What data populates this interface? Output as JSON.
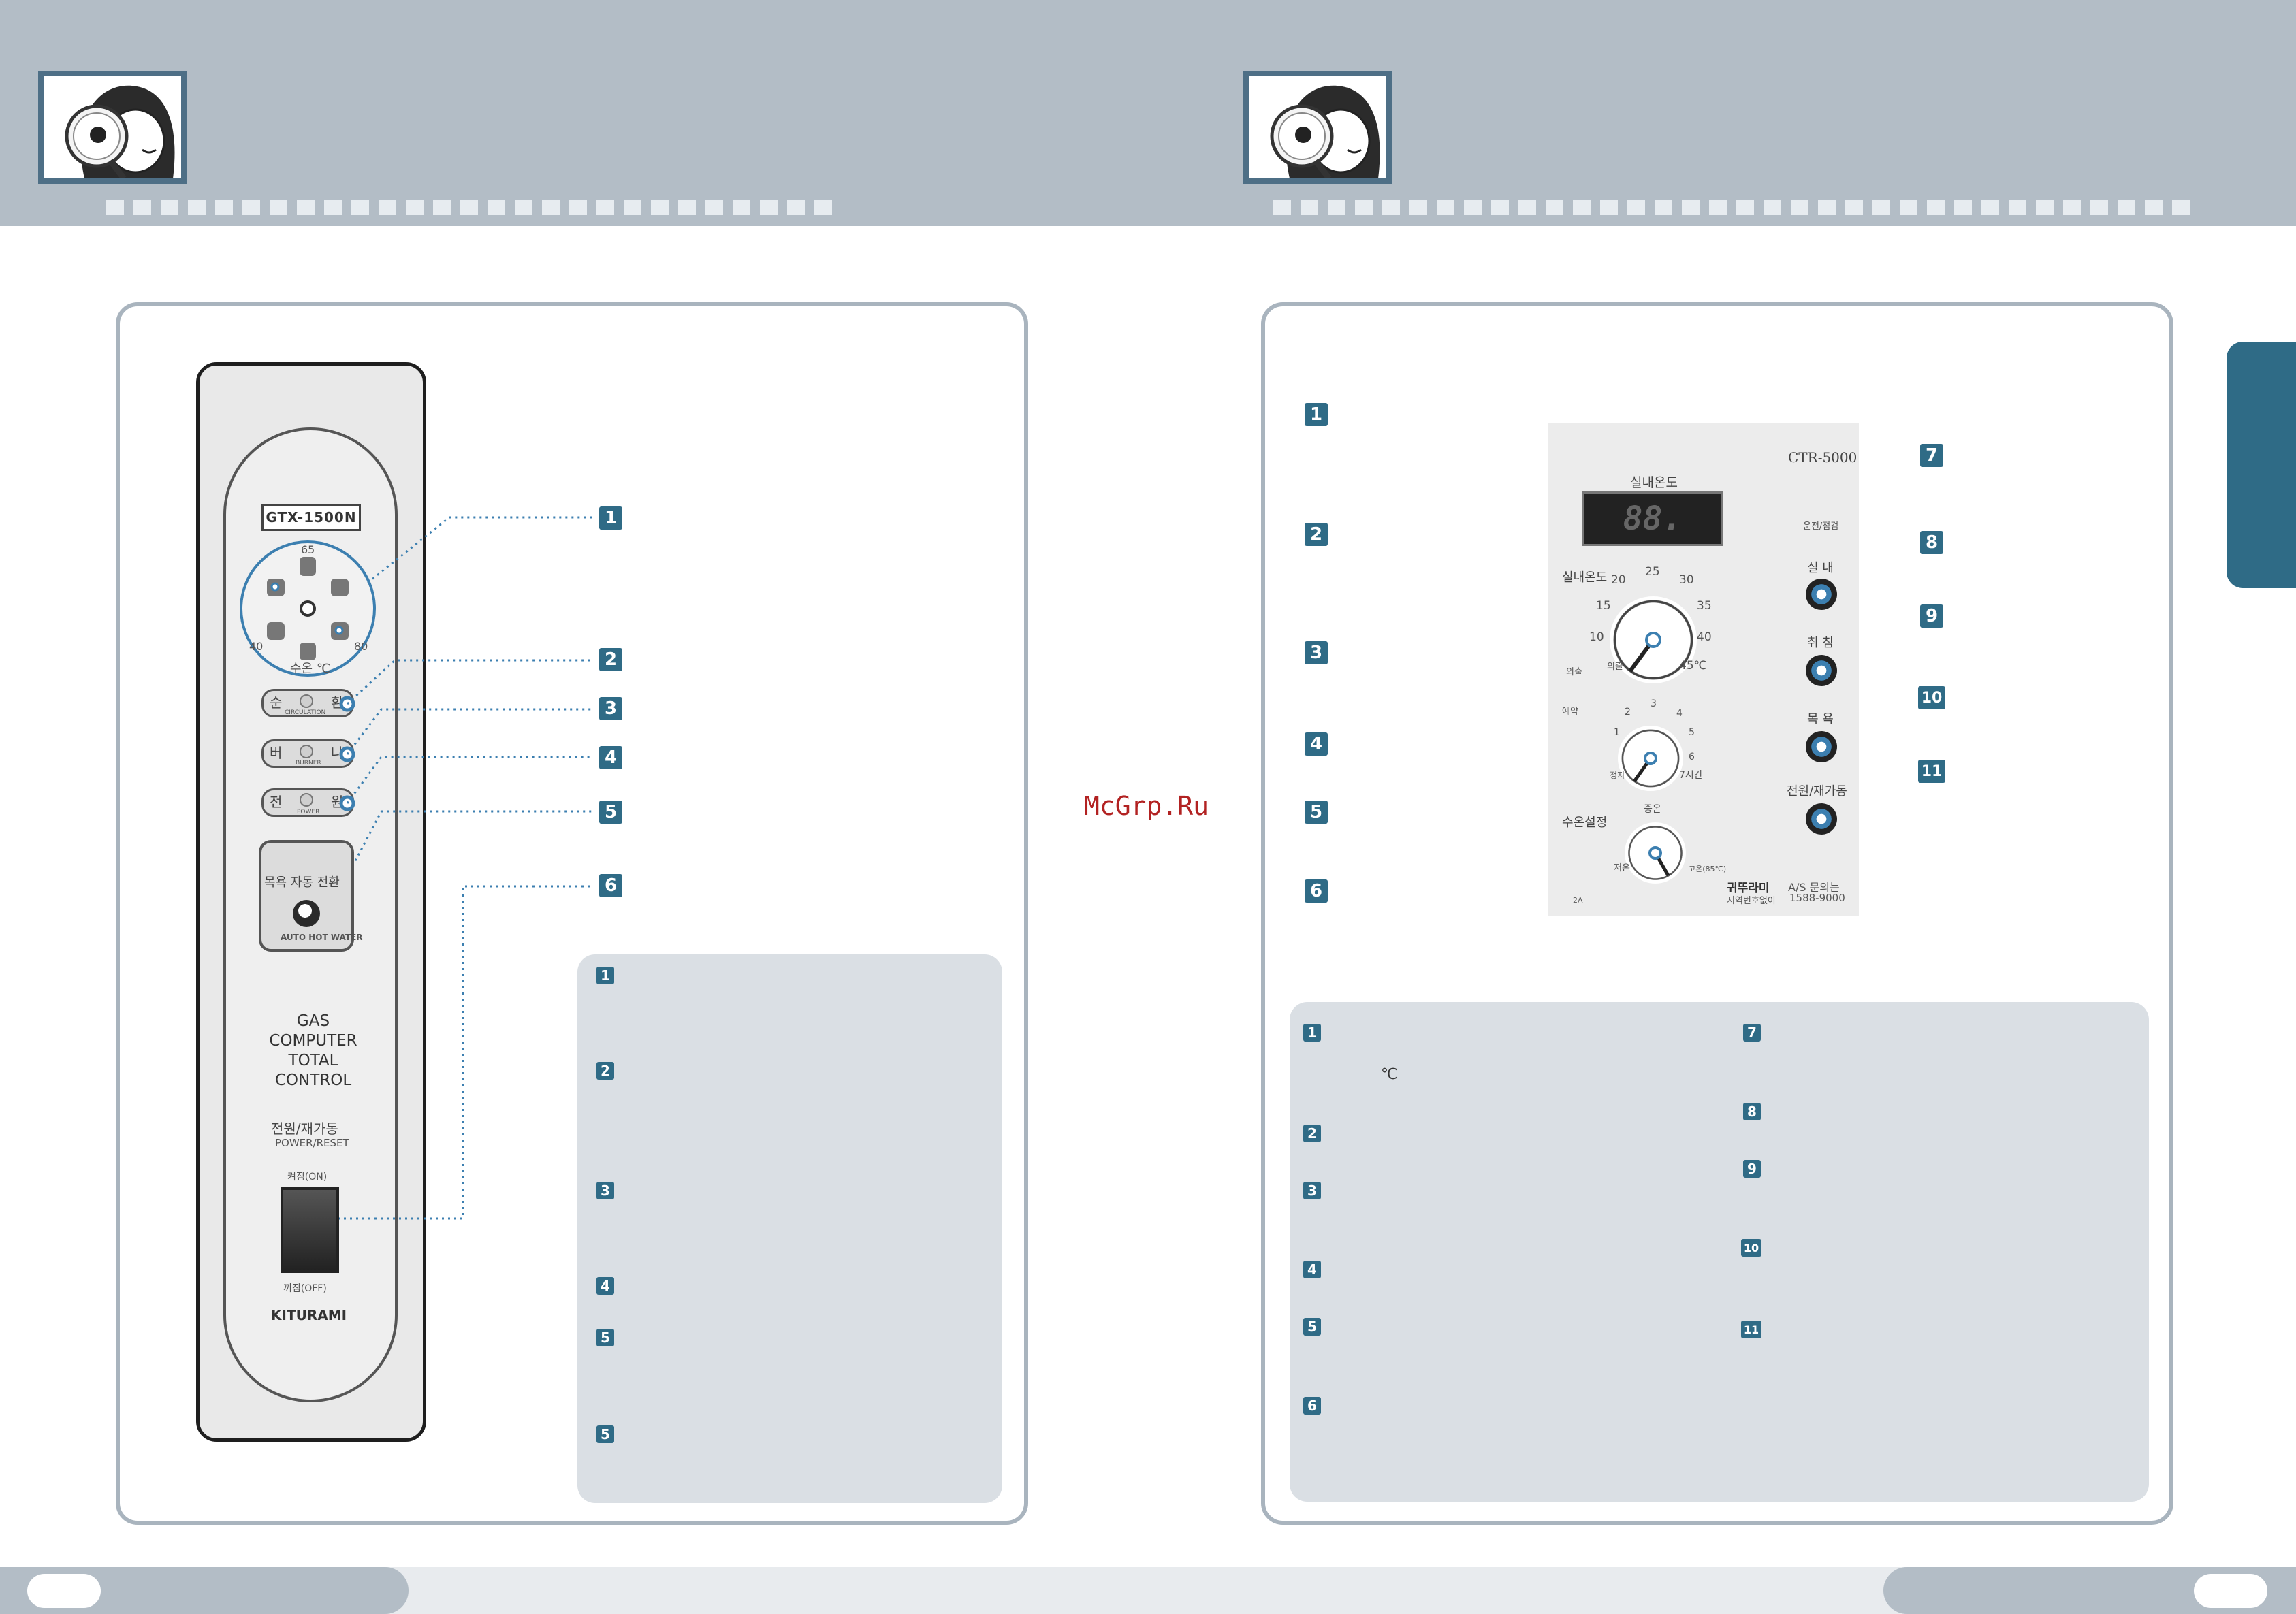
{
  "watermark": "McGrp.Ru",
  "left_panel": {
    "model": "GTX-1500N",
    "dial_marks": [
      "65",
      "40",
      "80"
    ],
    "dial_label": "수온 ℃",
    "circulation": {
      "left": "순",
      "right": "환",
      "sub": "CIRCULATION"
    },
    "burner": {
      "left": "버",
      "right": "나",
      "sub": "BURNER"
    },
    "power_lamp": {
      "left": "전",
      "right": "원",
      "sub": "POWER"
    },
    "hotwater_label": "목욕 자동 전환",
    "hotwater_sub": "AUTO HOT WATER",
    "control_lines": [
      "GAS",
      "COMPUTER",
      "TOTAL",
      "CONTROL"
    ],
    "reset_label": "전원/재가동",
    "reset_sub": "POWER/RESET",
    "switch_on": "켜짐(ON)",
    "switch_off": "꺼짐(OFF)",
    "brand": "KITURAMI",
    "callouts": [
      "1",
      "2",
      "3",
      "4",
      "5",
      "6"
    ],
    "notes": [
      "1",
      "2",
      "3",
      "4",
      "5",
      "5"
    ]
  },
  "right_panel": {
    "model": "CTR-5000",
    "room_temp_title": "실내온도",
    "display": "88.",
    "run_check": "운전/점검",
    "dial_title": "실내온도",
    "dial_marks": [
      "10",
      "15",
      "20",
      "25",
      "30",
      "35",
      "40",
      "45℃"
    ],
    "away_label": "외출",
    "away_btn": "외출",
    "reserve_label": "예약",
    "reserve_marks": [
      "1",
      "2",
      "3",
      "4",
      "5",
      "6",
      "7시간",
      "정지"
    ],
    "water_setting": "수온설정",
    "water_marks": [
      "중온",
      "저온",
      "고온(85℃)"
    ],
    "water_sub": "2A",
    "btn_room": "실 내",
    "btn_sleep": "취 침",
    "btn_bath": "목 욕",
    "btn_reset": "전원/재가동",
    "brand": "귀뚜라미",
    "as_label": "A/S 문의는",
    "as_sub": "지역번호없이",
    "as_phone": "1588-9000",
    "callouts": [
      "1",
      "2",
      "3",
      "4",
      "5",
      "6",
      "7",
      "8",
      "9",
      "10",
      "11"
    ],
    "notes_left": [
      "1",
      "2",
      "3",
      "4",
      "5",
      "6"
    ],
    "notes_right": [
      "7",
      "8",
      "9",
      "10",
      "11"
    ],
    "celsius": "℃"
  }
}
